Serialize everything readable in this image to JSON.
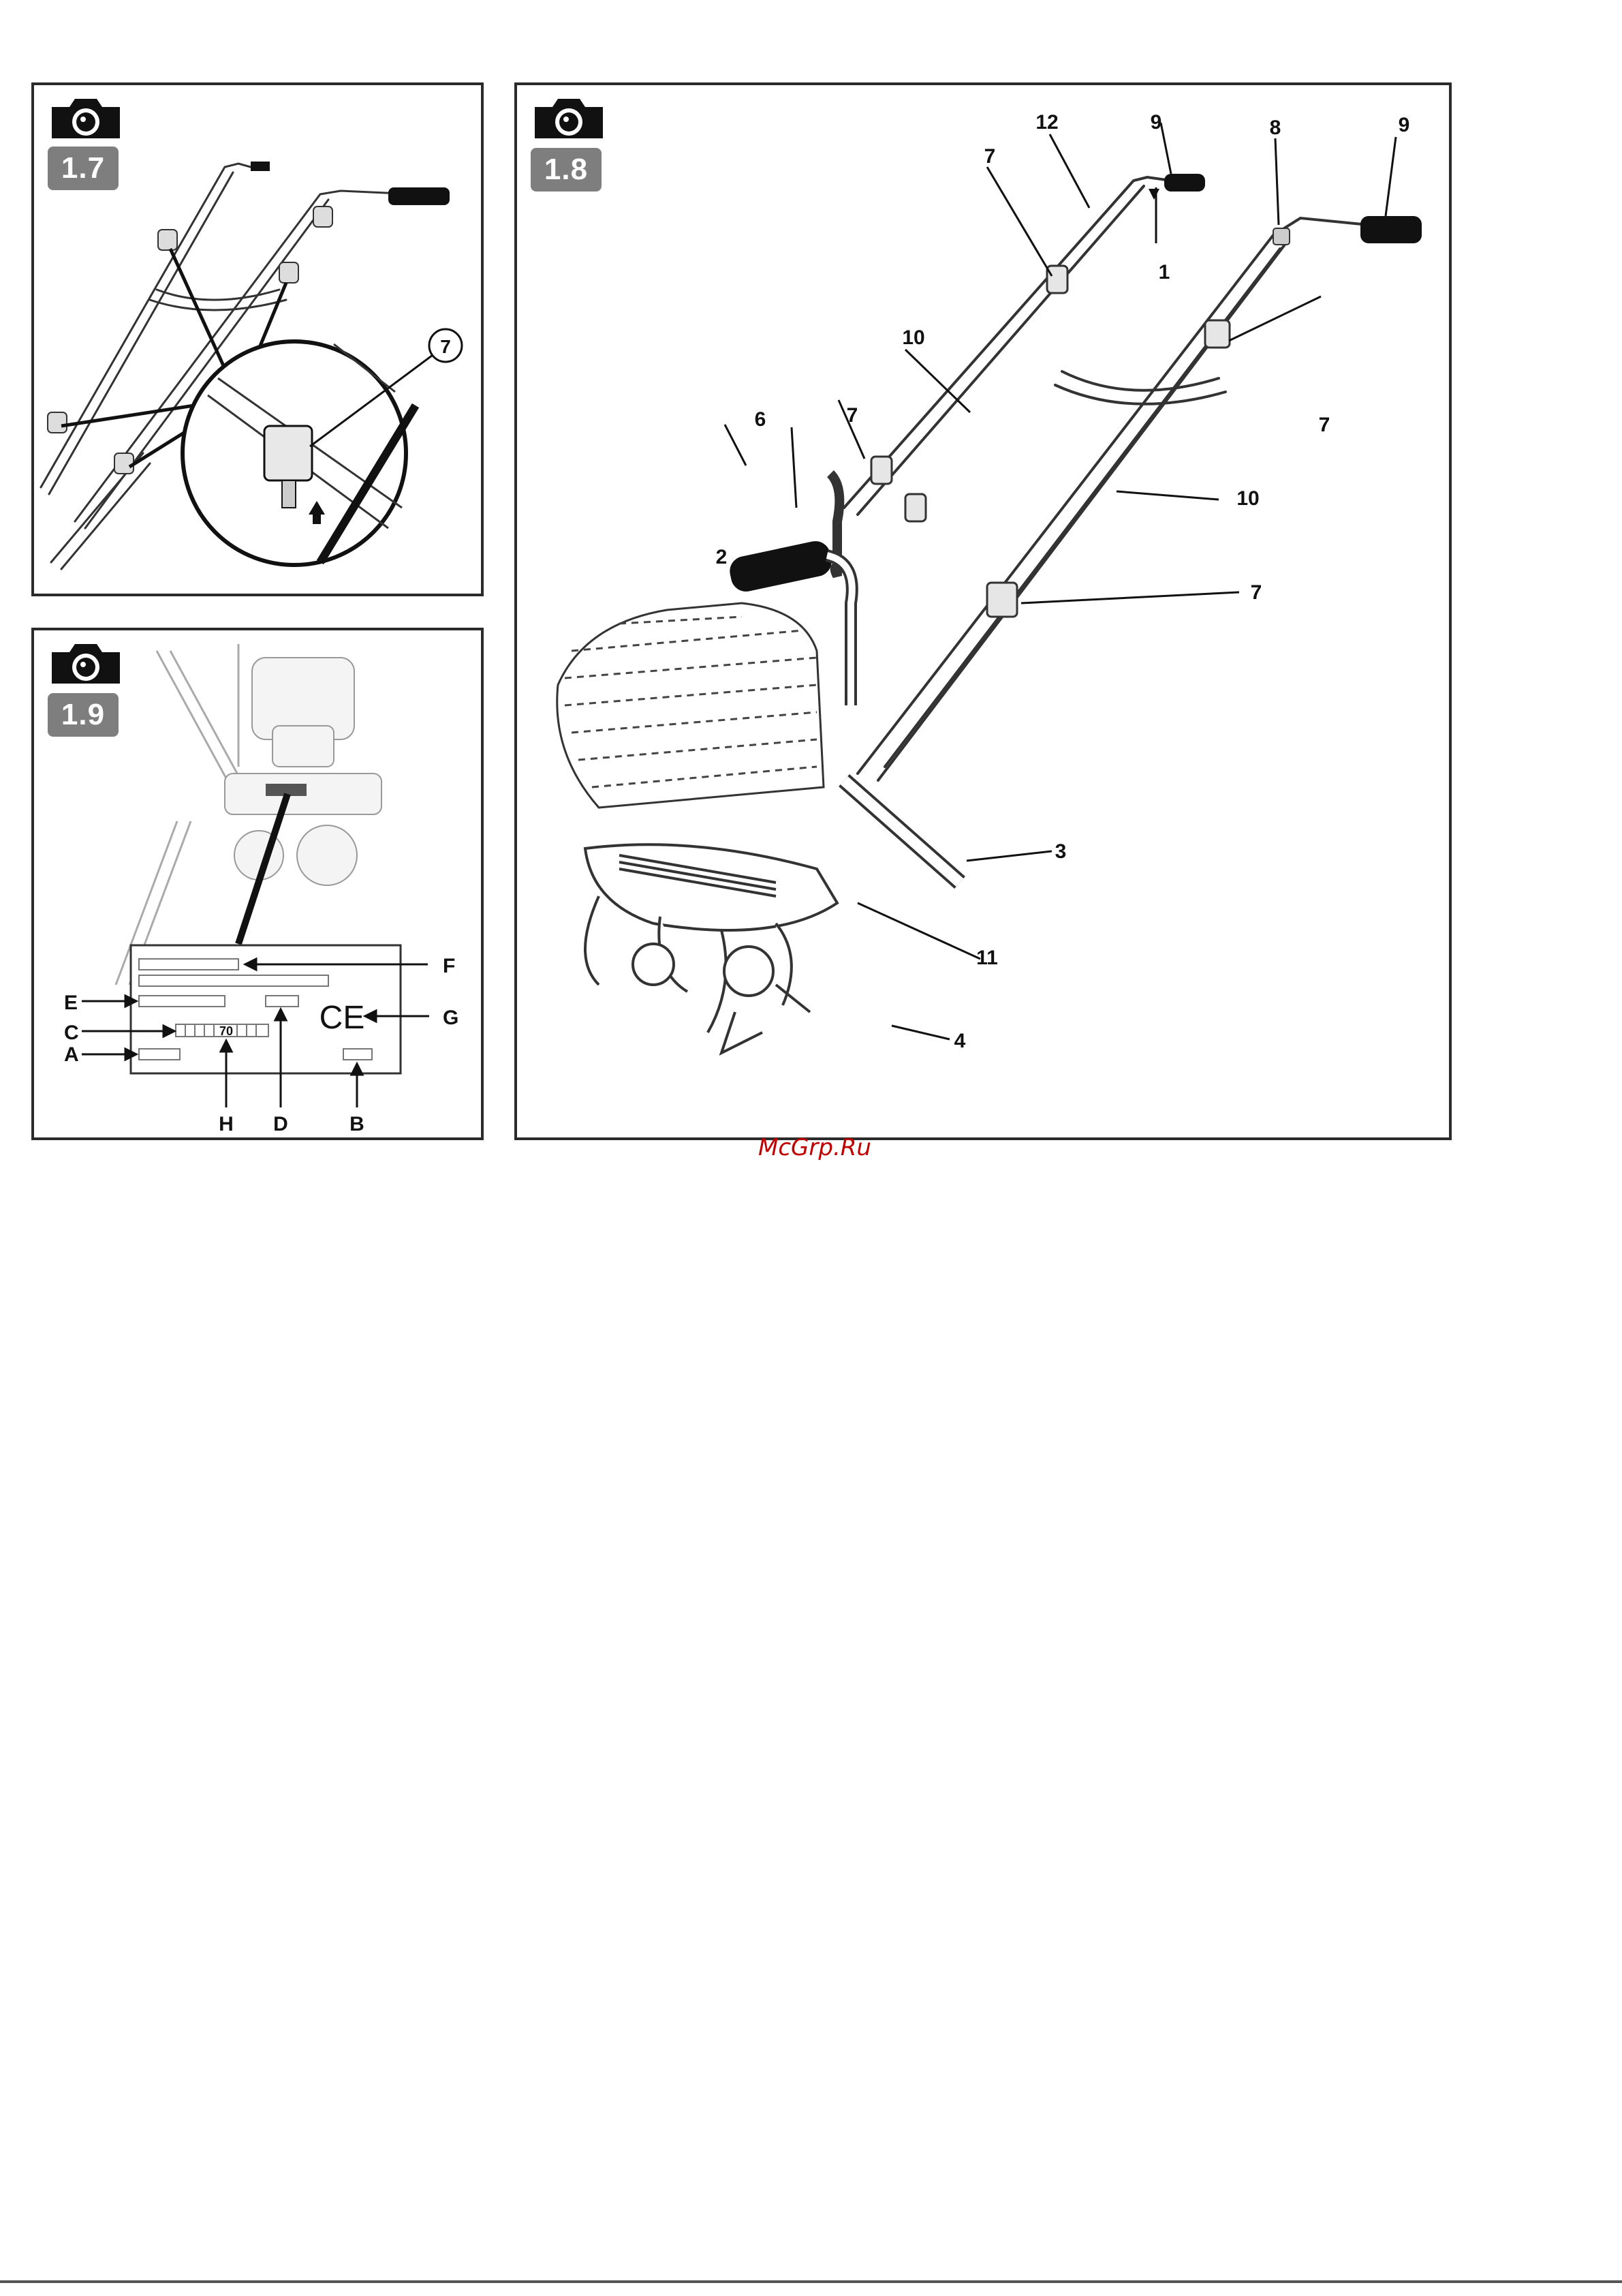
{
  "figures": [
    {
      "id": "1.7",
      "badge": "1.7",
      "callouts": [
        "7"
      ]
    },
    {
      "id": "1.9",
      "badge": "1.9",
      "plate_text": "70",
      "labels": {
        "A": "A",
        "B": "B",
        "C": "C",
        "D": "D",
        "E": "E",
        "F": "F",
        "G": "G",
        "H": "H"
      },
      "ce_mark": "CE"
    },
    {
      "id": "1.8",
      "badge": "1.8",
      "callouts": [
        "1",
        "2",
        "3",
        "4",
        "6",
        "7",
        "7",
        "7",
        "7",
        "8",
        "9",
        "9",
        "10",
        "10",
        "11",
        "12"
      ]
    }
  ],
  "watermark": "McGrp.Ru",
  "icons": {
    "camera": "camera-icon"
  },
  "colors": {
    "frame": "#2b2b2b",
    "badge": "#7e7e7e",
    "watermark": "#c00000"
  }
}
